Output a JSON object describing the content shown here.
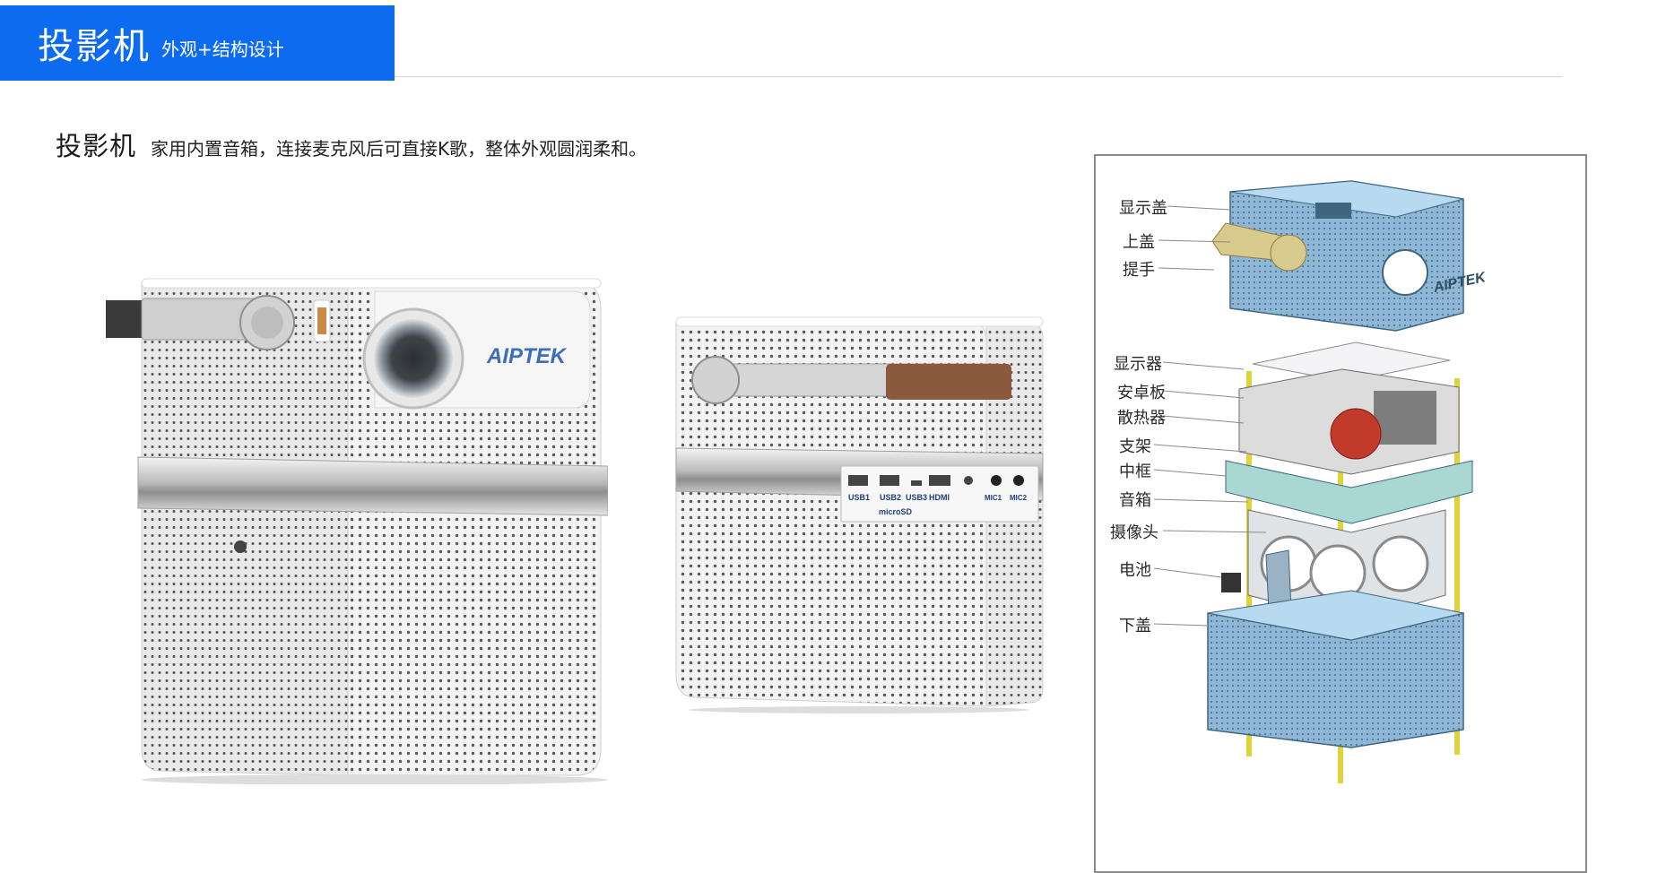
{
  "header": {
    "title": "投影机",
    "subtitle": "外观+结构设计"
  },
  "section": {
    "title": "投影机",
    "description": "家用内置音箱，连接麦克风后可直接K歌，整体外观圆润柔和。"
  },
  "front_view": {
    "brand": "AIPTEK"
  },
  "back_view": {
    "ports": [
      "USB1",
      "USB2",
      "USB3",
      "HDMI",
      "MIC1",
      "MIC2"
    ],
    "card_slot": "microSD"
  },
  "exploded_view": {
    "brand": "AIPTEK",
    "labels": [
      "显示盖",
      "上盖",
      "提手",
      "显示器",
      "安卓板",
      "散热器",
      "支架",
      "中框",
      "音箱",
      "摄像头",
      "电池",
      "下盖"
    ]
  },
  "colors": {
    "header_blue": "#0d6bf0",
    "shell_blue": "#8fb7d6",
    "handle_gold": "#d8c98d",
    "leather_brown": "#8b5a3c",
    "bracket_yellow": "#e0d23a"
  }
}
